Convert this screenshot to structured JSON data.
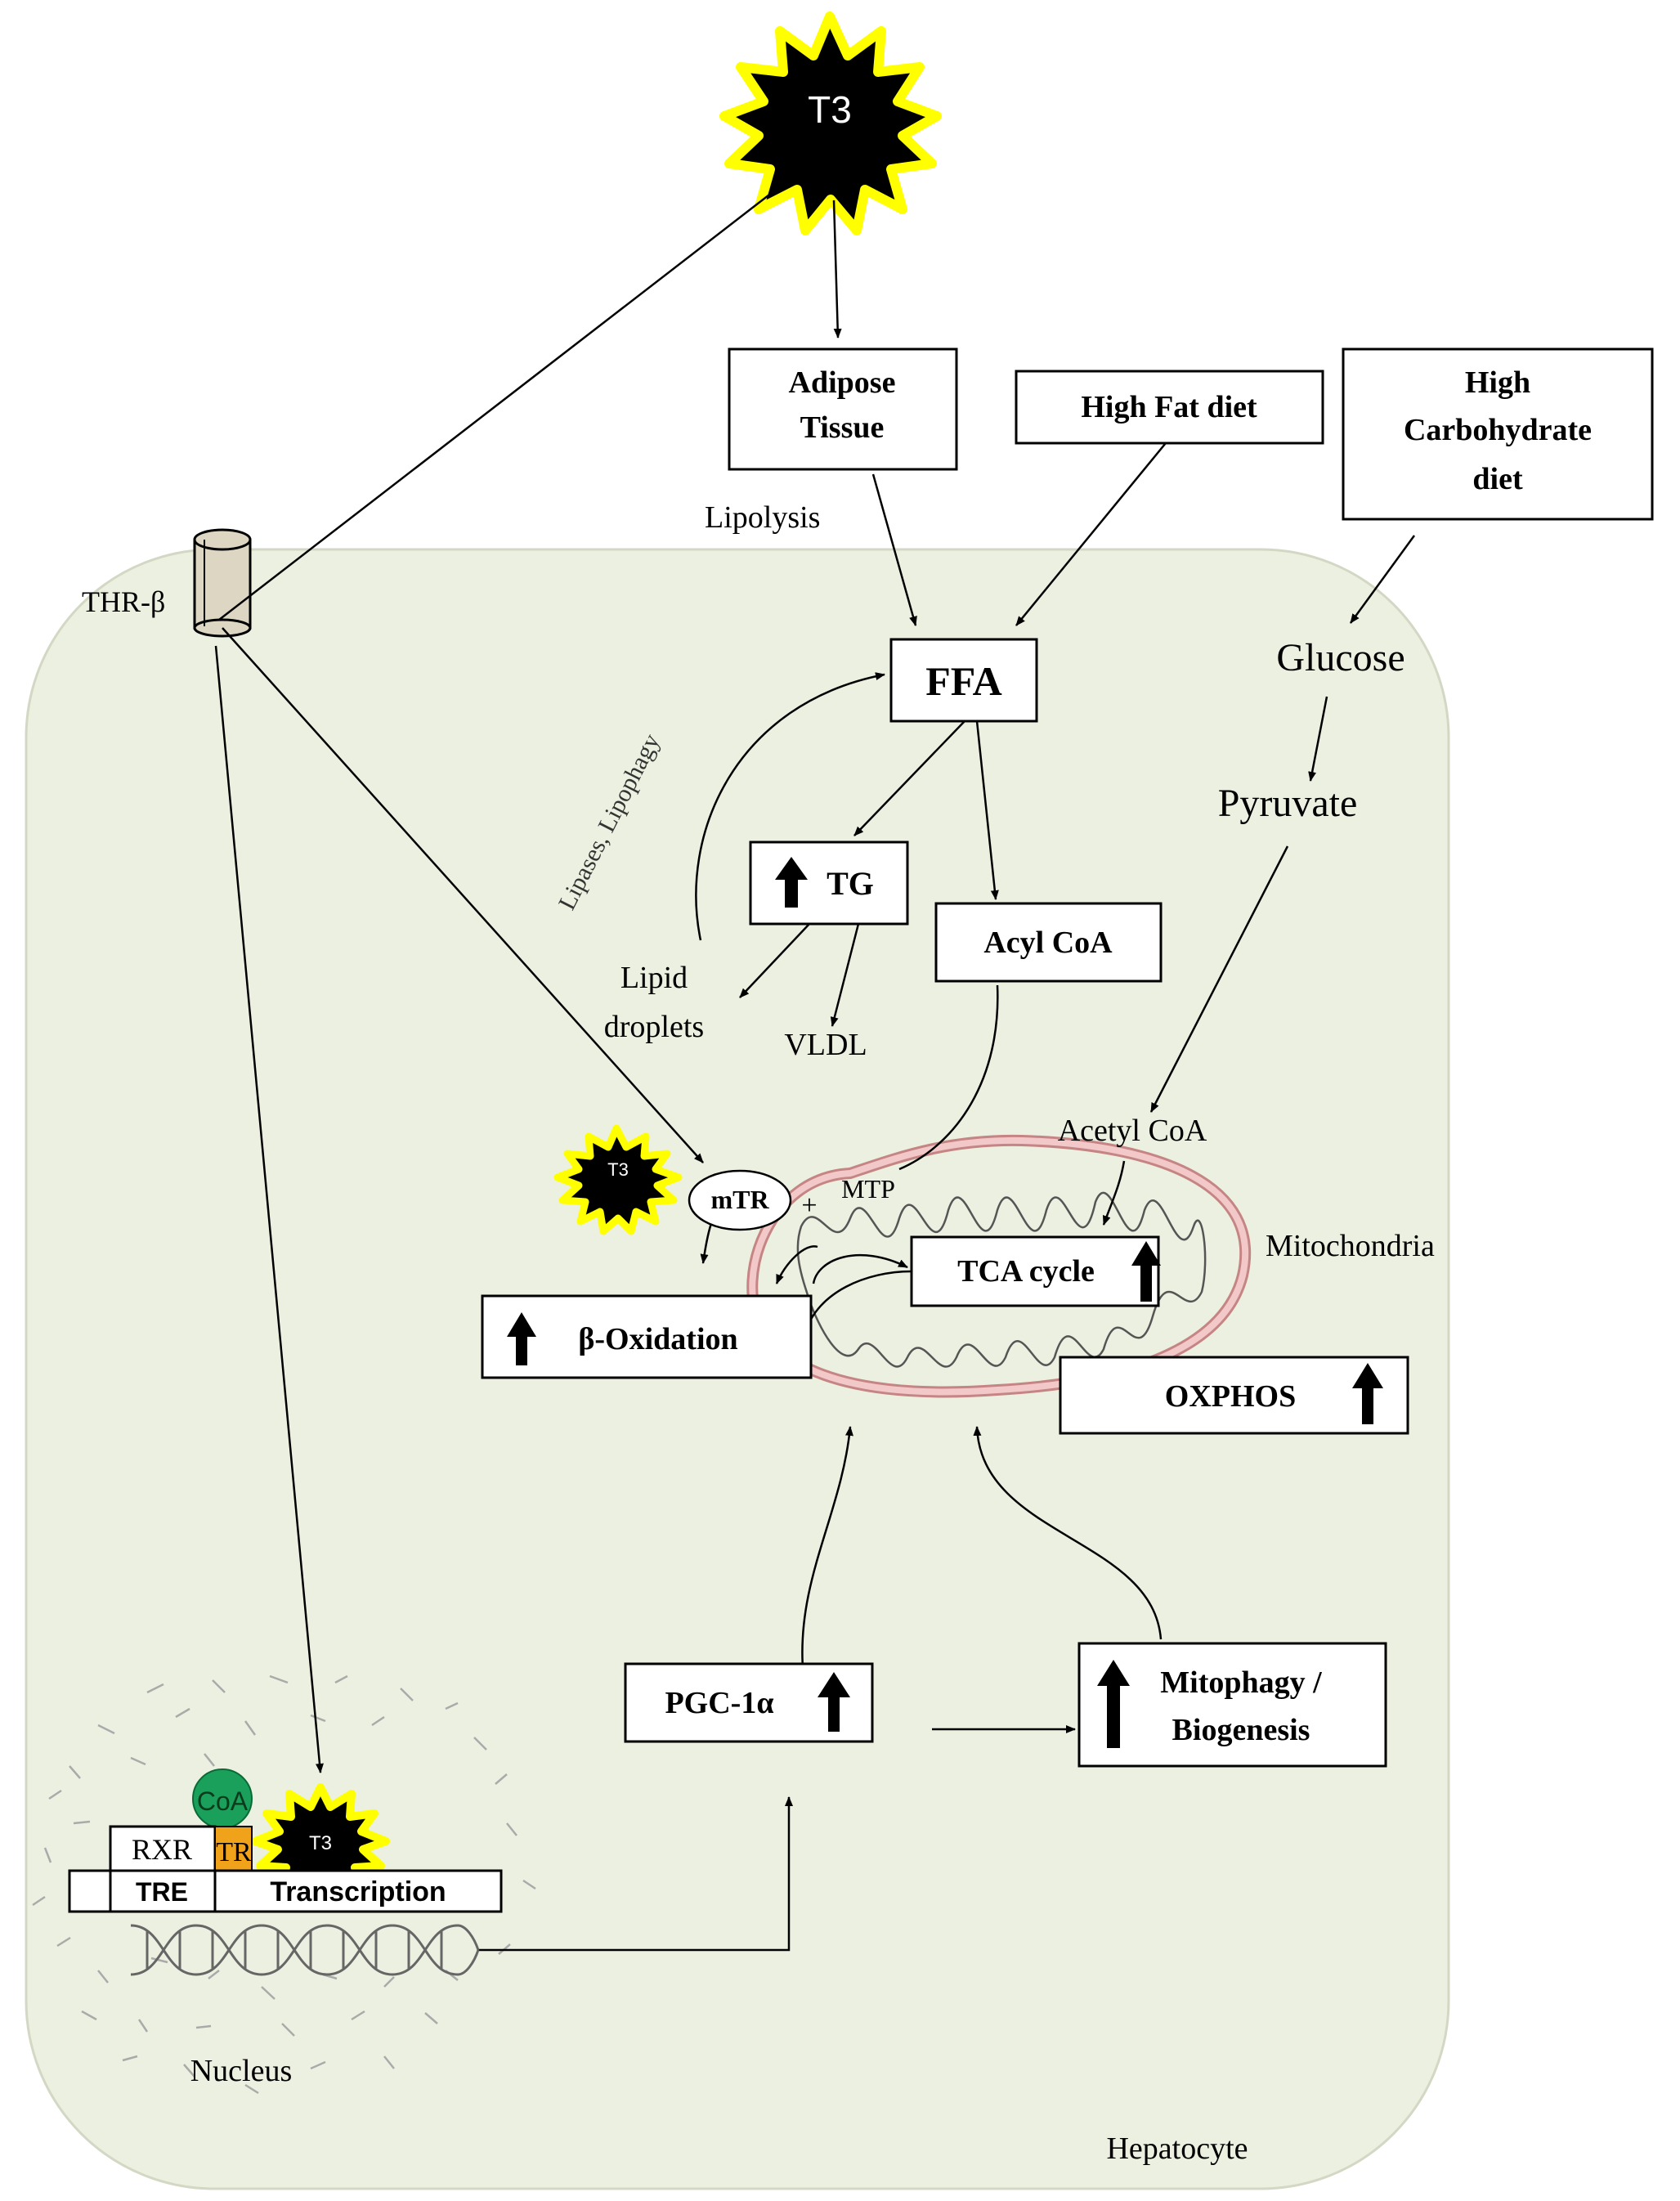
{
  "labels": {
    "t3_top": "T3",
    "t3_mito": "T3",
    "t3_nucleus": "T3",
    "adipose": [
      "Adipose",
      "Tissue"
    ],
    "high_fat": "High Fat diet",
    "high_carb": [
      "High",
      "Carbohydrate",
      "diet"
    ],
    "lipolysis": "Lipolysis",
    "thr_beta": "THR-β",
    "ffa": "FFA",
    "glucose": "Glucose",
    "pyruvate": "Pyruvate",
    "lipases": "Lipases, Lipophagy",
    "tg": "TG",
    "acyl_coa": "Acyl CoA",
    "lipid_droplets": [
      "Lipid",
      "droplets"
    ],
    "vldl": "VLDL",
    "acetyl_coa": "Acetyl CoA",
    "mtr": "mTR",
    "plus": "+",
    "mtp": "MTP",
    "tca": "TCA cycle",
    "mitochondria": "Mitochondria",
    "beta_ox": "β-Oxidation",
    "oxphos": "OXPHOS",
    "pgc": "PGC-1α",
    "mitophagy": [
      "Mitophagy /",
      "Biogenesis"
    ],
    "coa": "CoA",
    "rxr": "RXR",
    "tr": "TR",
    "tre": "TRE",
    "transcription": "Transcription",
    "nucleus": "Nucleus",
    "hepatocyte": "Hepatocyte"
  },
  "colors": {
    "cell_fill": "#ecf0e0",
    "cell_stroke": "#d3d8c4",
    "starburst_fill": "#000000",
    "starburst_halo": "#ffff00",
    "mitochondria_membrane": "#e0a6a6",
    "coa_green": "#1aa05a",
    "tr_orange": "#f0a21a",
    "receptor_fill": "#ddd6c2"
  }
}
